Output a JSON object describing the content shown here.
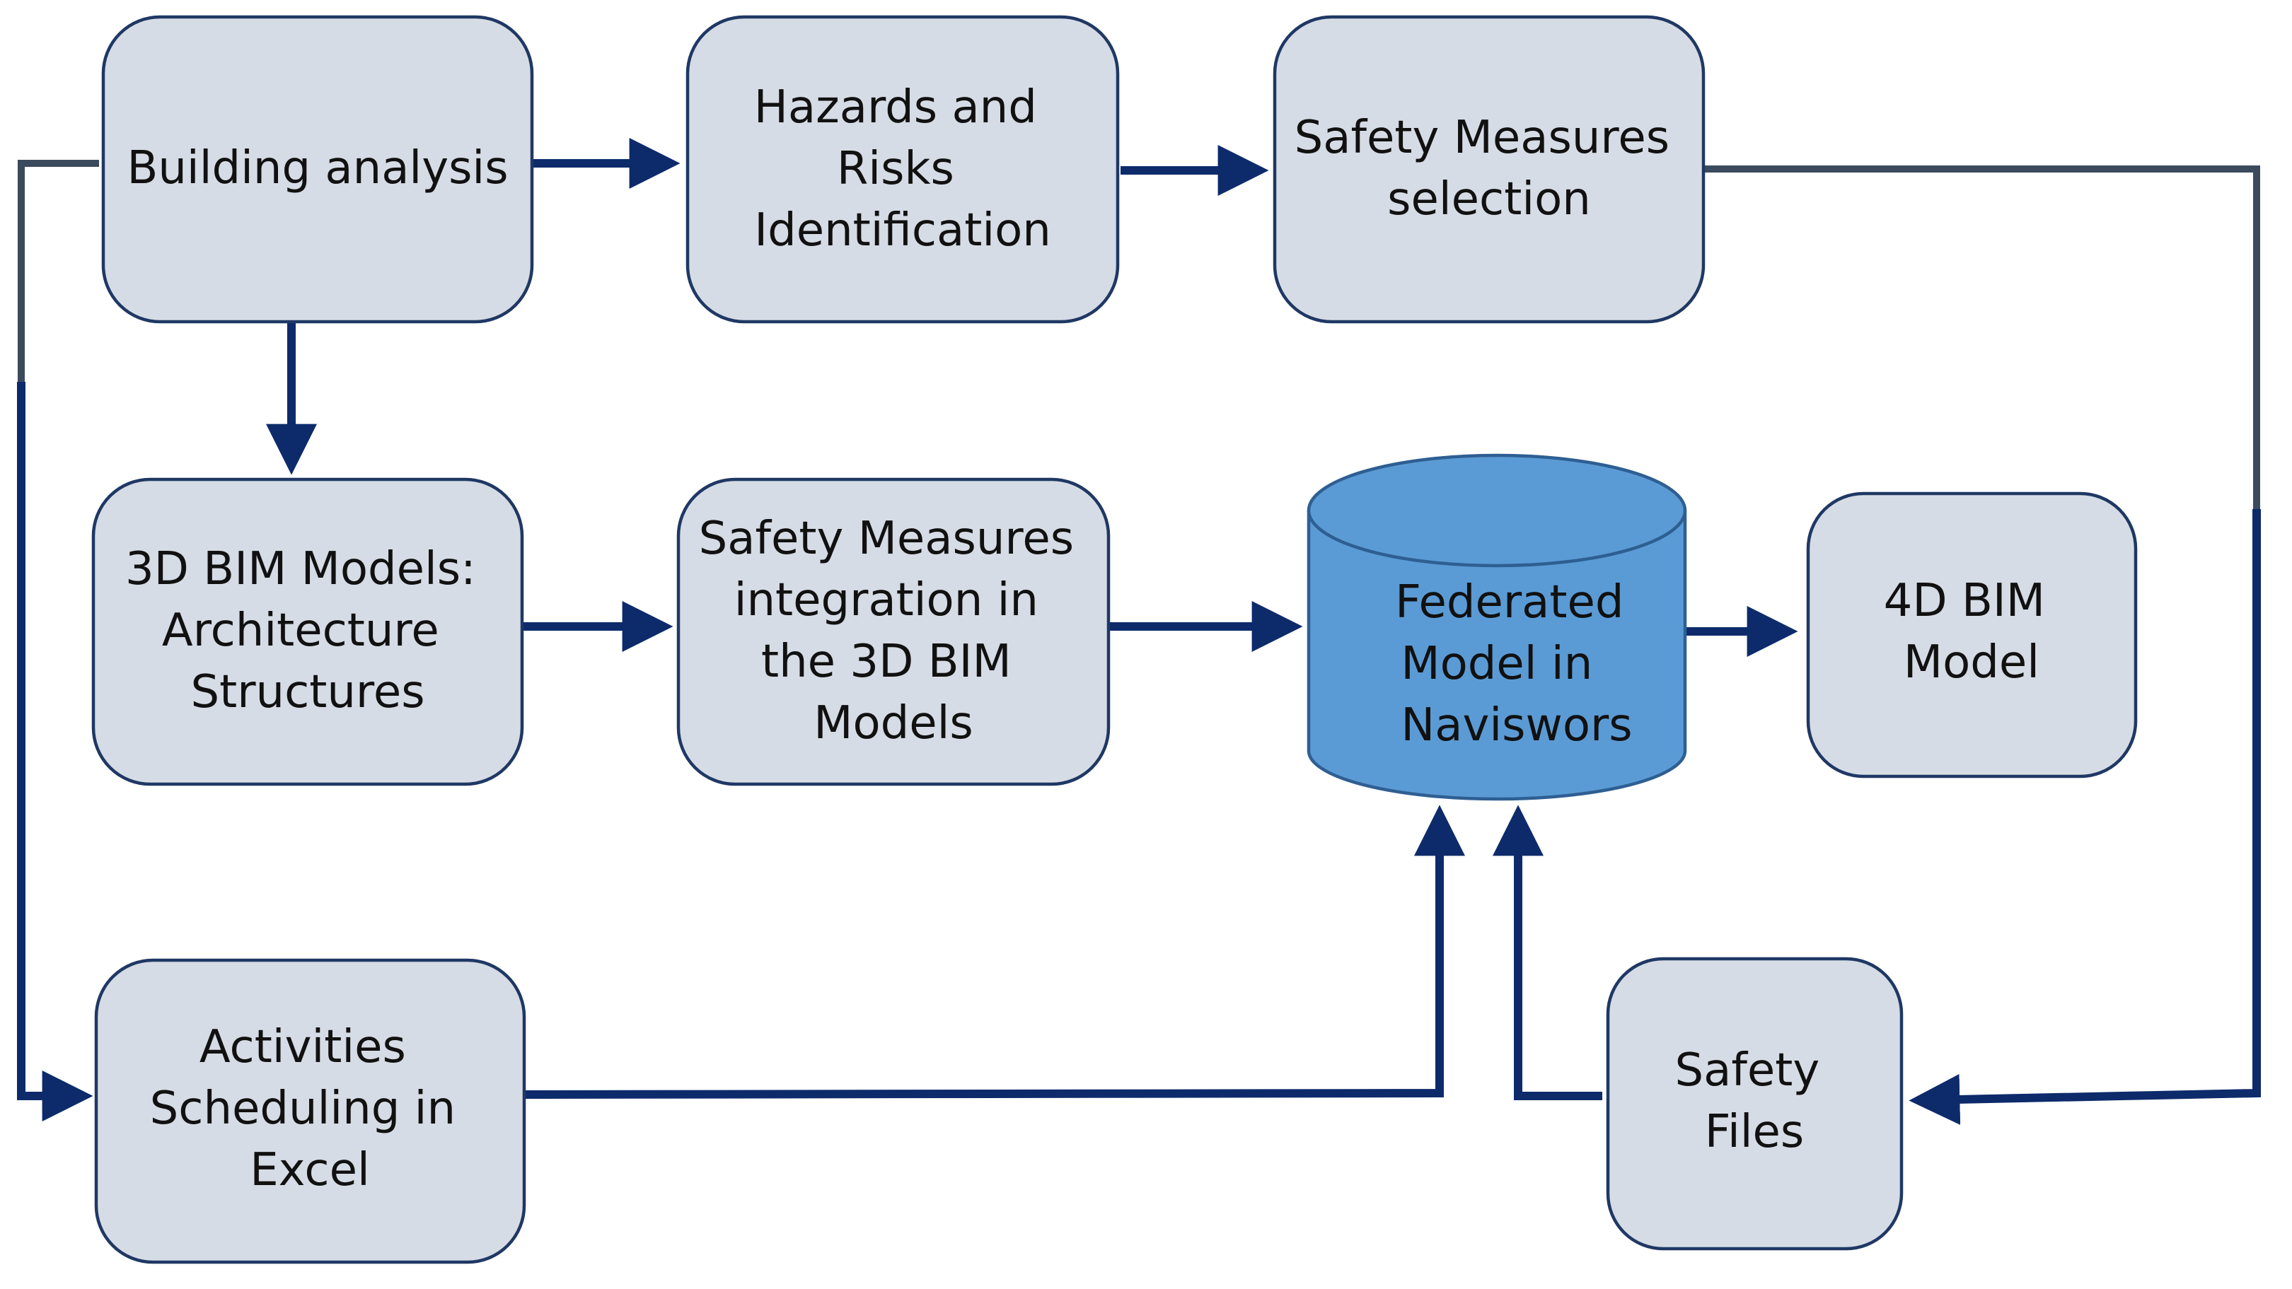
{
  "diagram": {
    "nodes": {
      "building_analysis": [
        "Building analysis"
      ],
      "hazards_risks": [
        "Hazards and",
        "Risks",
        "Identification"
      ],
      "safety_measures_selection": [
        "Safety Measures",
        "selection"
      ],
      "bim_models_3d": [
        "3D BIM Models:",
        "Architecture",
        "Structures"
      ],
      "safety_measures_integration": [
        "Safety Measures",
        "integration in",
        "the 3D BIM",
        "Models"
      ],
      "federated_model": [
        "Federated",
        "Model in",
        "Naviswors"
      ],
      "bim_model_4d": [
        "4D BIM",
        "Model"
      ],
      "activities_scheduling": [
        "Activities",
        "Scheduling in",
        "Excel"
      ],
      "safety_files": [
        "Safety",
        "Files"
      ]
    },
    "colors": {
      "box_fill": "#d6dce5",
      "box_stroke": "#1f3864",
      "database_fill": "#5b9bd5",
      "arrow": "#0d2b6b"
    }
  }
}
